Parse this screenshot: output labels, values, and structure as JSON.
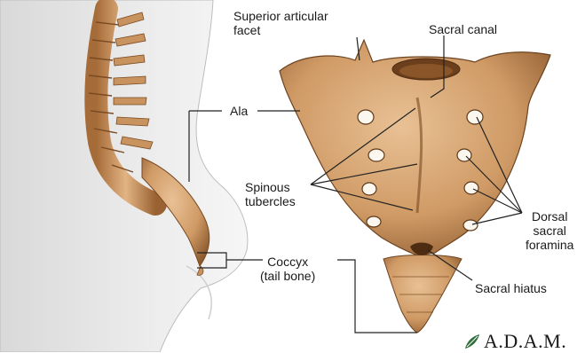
{
  "labels": {
    "superior_articular_facet": [
      "Superior articular",
      "facet"
    ],
    "sacral_canal": "Sacral canal",
    "ala": "Ala",
    "spinous_tubercles": [
      "Spinous",
      "tubercles"
    ],
    "dorsal_sacral_foramina": [
      "Dorsal",
      "sacral",
      "foramina"
    ],
    "coccyx": [
      "Coccyx",
      "(tail bone)"
    ],
    "sacral_hiatus": "Sacral hiatus"
  },
  "logo": {
    "text": "A.D.A.M.",
    "icon": "adam-leaf-icon"
  },
  "colors": {
    "bone": "#d9a774",
    "bone_shadow": "#8d5a2e",
    "body_silhouette": "#e9e9e9",
    "leader_line": "#222222"
  }
}
